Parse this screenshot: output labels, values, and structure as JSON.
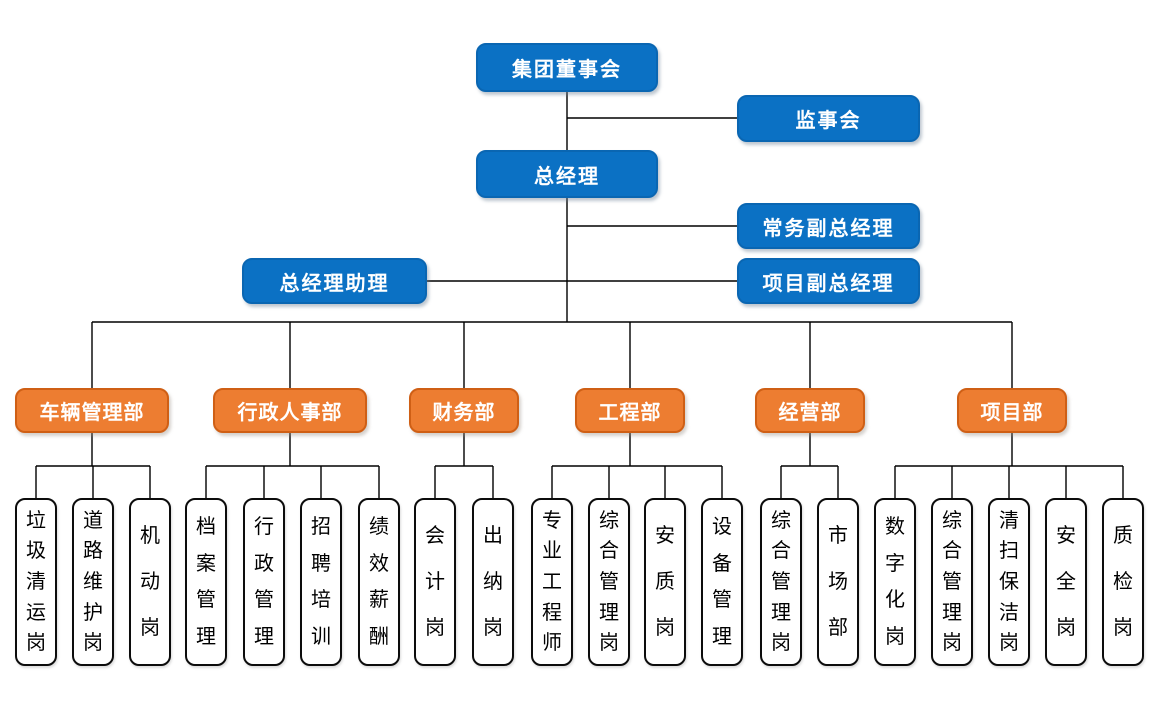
{
  "chart": {
    "type": "org-chart",
    "top": {
      "board": "集团董事会",
      "supervisory": "监事会",
      "gm": "总经理",
      "deputy_exec": "常务副总经理",
      "gm_assistant": "总经理助理",
      "deputy_project": "项目副总经理"
    },
    "departments": [
      {
        "name": "车辆管理部",
        "positions": [
          "垃圾清运岗",
          "道路维护岗",
          "机动岗"
        ]
      },
      {
        "name": "行政人事部",
        "positions": [
          "档案管理",
          "行政管理",
          "招聘培训",
          "绩效薪酬"
        ]
      },
      {
        "name": "财务部",
        "positions": [
          "会计岗",
          "出纳岗"
        ]
      },
      {
        "name": "工程部",
        "positions": [
          "专业工程师",
          "综合管理岗",
          "安质岗",
          "设备管理"
        ]
      },
      {
        "name": "经营部",
        "positions": [
          "综合管理岗",
          "市场部"
        ]
      },
      {
        "name": "项目部",
        "positions": [
          "数字化岗",
          "综合管理岗",
          "清扫保洁岗",
          "安全岗",
          "质检岗"
        ]
      }
    ],
    "colors": {
      "executive_fill": "#0b71c4",
      "executive_border": "#0a66b2",
      "department_fill": "#ed7d31",
      "department_border": "#cf5f15",
      "position_border": "#0c0c0c",
      "line": "#000000"
    }
  }
}
